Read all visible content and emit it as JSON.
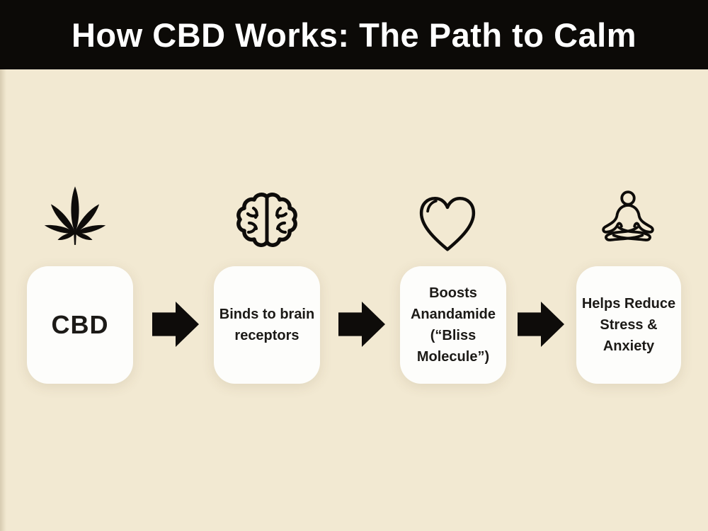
{
  "header": {
    "title": "How CBD Works: The Path to Calm",
    "bg_color": "#0c0a07",
    "text_color": "#ffffff"
  },
  "canvas": {
    "bg_color": "#f2e9d2",
    "card_color": "#fdfdfb",
    "ink_color": "#0e0c0a",
    "label_color": "#1c1a17"
  },
  "steps": [
    {
      "icon": "cannabis-leaf-icon",
      "label": "CBD"
    },
    {
      "icon": "brain-icon",
      "label": "Binds to brain\nreceptors"
    },
    {
      "icon": "heart-icon",
      "label": "Boosts\nAnandamide\n(“Bliss\nMolecule”)"
    },
    {
      "icon": "meditating-person-icon",
      "label": "Helps Reduce\nStress &\nAnxiety"
    }
  ],
  "connector": {
    "shape": "right-block-arrow",
    "count": 3
  }
}
